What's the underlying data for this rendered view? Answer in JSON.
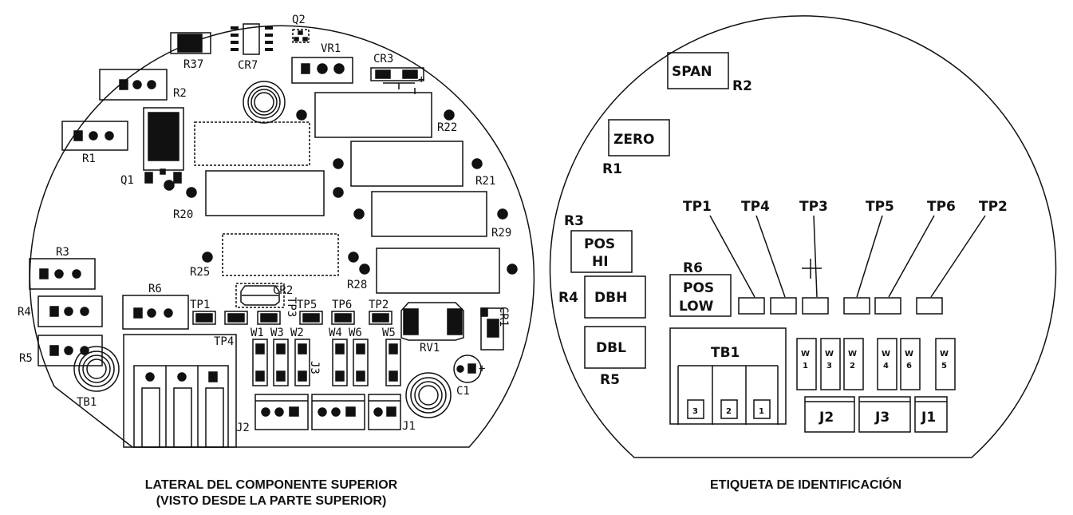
{
  "left_board": {
    "labels": {
      "q2": "Q2",
      "vr1": "VR1",
      "r37": "R37",
      "cr7": "CR7",
      "cr3": "CR3",
      "plus_cr3": "+",
      "r2": "R2",
      "r22": "R22",
      "r1": "R1",
      "q1": "Q1",
      "r21": "R21",
      "r20": "R20",
      "r29": "R29",
      "r3": "R3",
      "r25": "R25",
      "r28": "R28",
      "cr2": "CR2",
      "r6": "R6",
      "tp1": "TP1",
      "tp3": "TP3",
      "tp5": "TP5",
      "tp6": "TP6",
      "tp2": "TP2",
      "cr1": "CR1",
      "r4": "R4",
      "tp4": "TP4",
      "w1": "W1",
      "w3": "W3",
      "w2": "W2",
      "w4": "W4",
      "w6": "W6",
      "w5": "W5",
      "rv1": "RV1",
      "r5": "R5",
      "c1": "C1",
      "plus_c1": "+",
      "j3": "J3",
      "tb1": "TB1",
      "j2": "J2",
      "j1": "J1"
    }
  },
  "right_label": {
    "labels": {
      "span": "SPAN",
      "r2": "R2",
      "zero": "ZERO",
      "r1": "R1",
      "r3": "R3",
      "pos_hi_1": "POS",
      "pos_hi_2": "HI",
      "r6": "R6",
      "pos_low_1": "POS",
      "pos_low_2": "LOW",
      "r4": "R4",
      "dbh": "DBH",
      "dbl": "DBL",
      "r5": "R5",
      "tp1": "TP1",
      "tp4": "TP4",
      "tp3": "TP3",
      "tp5": "TP5",
      "tp6": "TP6",
      "tp2": "TP2",
      "tb1": "TB1",
      "t3": "3",
      "t2": "2",
      "t1": "1",
      "w1a": "W",
      "w1b": "1",
      "w3a": "W",
      "w3b": "3",
      "w2a": "W",
      "w2b": "2",
      "w4a": "W",
      "w4b": "4",
      "w6a": "W",
      "w6b": "6",
      "w5a": "W",
      "w5b": "5",
      "j2": "J2",
      "j3": "J3",
      "j1": "J1"
    }
  },
  "captions": {
    "left_line1": "LATERAL DEL COMPONENTE SUPERIOR",
    "left_line2": "(VISTO DESDE LA PARTE SUPERIOR)",
    "right": "ETIQUETA DE IDENTIFICACIÓN"
  }
}
